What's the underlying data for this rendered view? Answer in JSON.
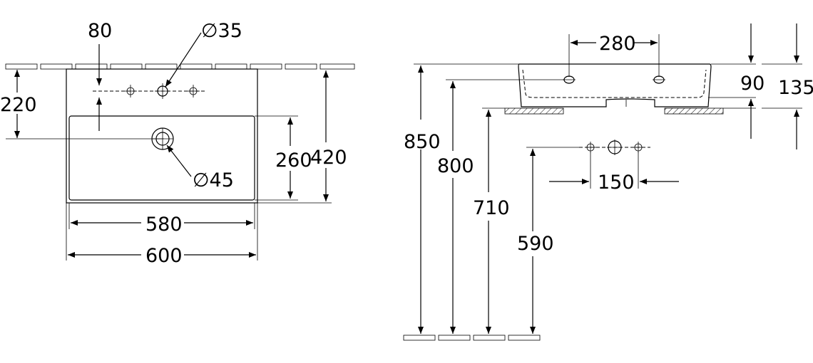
{
  "plan_view": {
    "dim_80": "80",
    "dim_35": "∅35",
    "dim_220": "220",
    "dim_45": "∅45",
    "dim_260": "260",
    "dim_420": "420",
    "dim_580": "580",
    "dim_600": "600"
  },
  "side_view": {
    "dim_280": "280",
    "dim_90": "90",
    "dim_135": "135",
    "dim_850": "850",
    "dim_800": "800",
    "dim_710": "710",
    "dim_590": "590",
    "dim_150": "150"
  }
}
